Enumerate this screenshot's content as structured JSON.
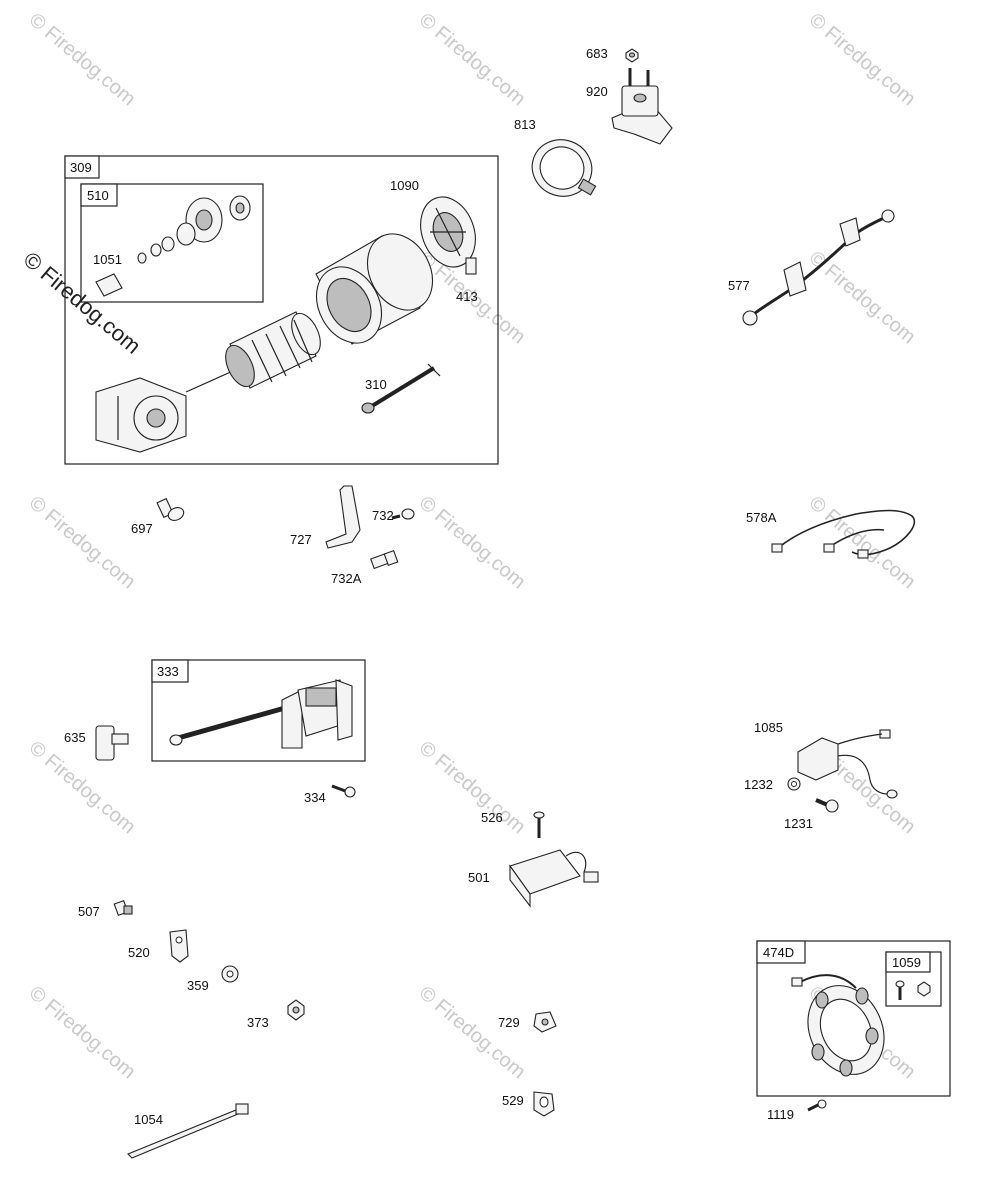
{
  "watermark": {
    "tile_text": "© Firedog.com",
    "side_text": "© Firedog.com"
  },
  "groups": {
    "g309": "309",
    "g510": "510",
    "g333": "333",
    "g474d": "474D",
    "g1059": "1059"
  },
  "labels": {
    "p683": "683",
    "p920": "920",
    "p813": "813",
    "p1090": "1090",
    "p1051": "1051",
    "p413": "413",
    "p310": "310",
    "p577": "577",
    "p697": "697",
    "p727": "727",
    "p732": "732",
    "p732a": "732A",
    "p578a": "578A",
    "p635": "635",
    "p334": "334",
    "p526": "526",
    "p501": "501",
    "p1085": "1085",
    "p1232": "1232",
    "p1231": "1231",
    "p507": "507",
    "p520": "520",
    "p359": "359",
    "p373": "373",
    "p729": "729",
    "p529": "529",
    "p1054": "1054",
    "p1119": "1119"
  }
}
